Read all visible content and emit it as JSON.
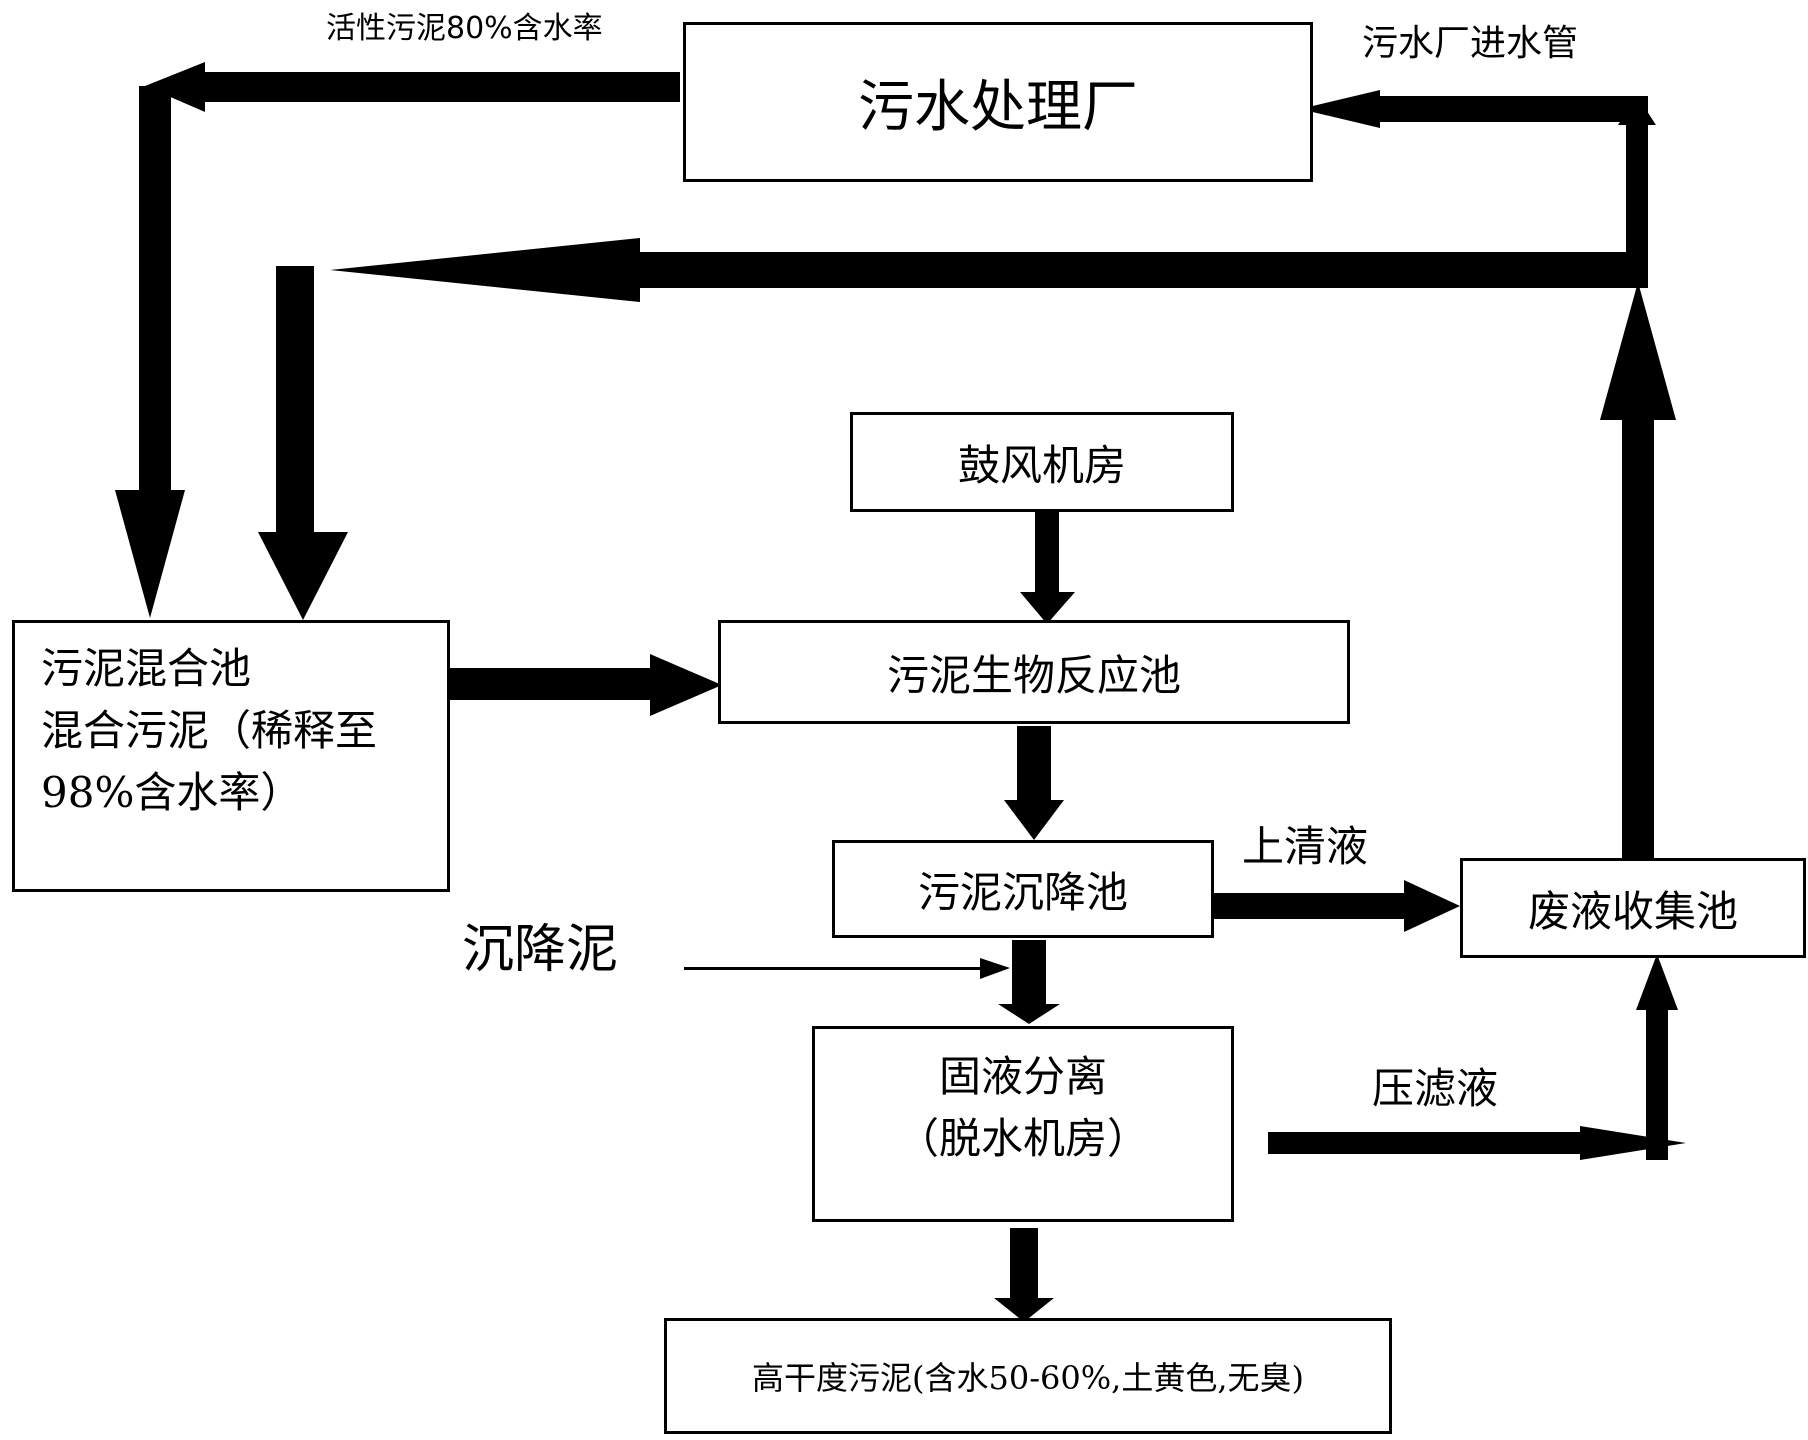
{
  "nodes": {
    "plant": "污水处理厂",
    "blower": "鼓风机房",
    "mix_pool": {
      "line1": "污泥混合池",
      "line2": "混合污泥（稀释至",
      "line3": "98%含水率）"
    },
    "bio_pool": "污泥生物反应池",
    "settle_pool": "污泥沉降池",
    "waste_pool": "废液收集池",
    "separation": {
      "line1": "固液分离",
      "line2": "（脱水机房）"
    },
    "product": "高干度污泥(含水50-60%,土黄色,无臭)"
  },
  "labels": {
    "activated_sludge": "活性污泥80%含水率",
    "inlet_pipe": "污水厂进水管",
    "supernatant": "上清液",
    "settled_sludge": "沉降泥",
    "filtrate": "压滤液"
  }
}
